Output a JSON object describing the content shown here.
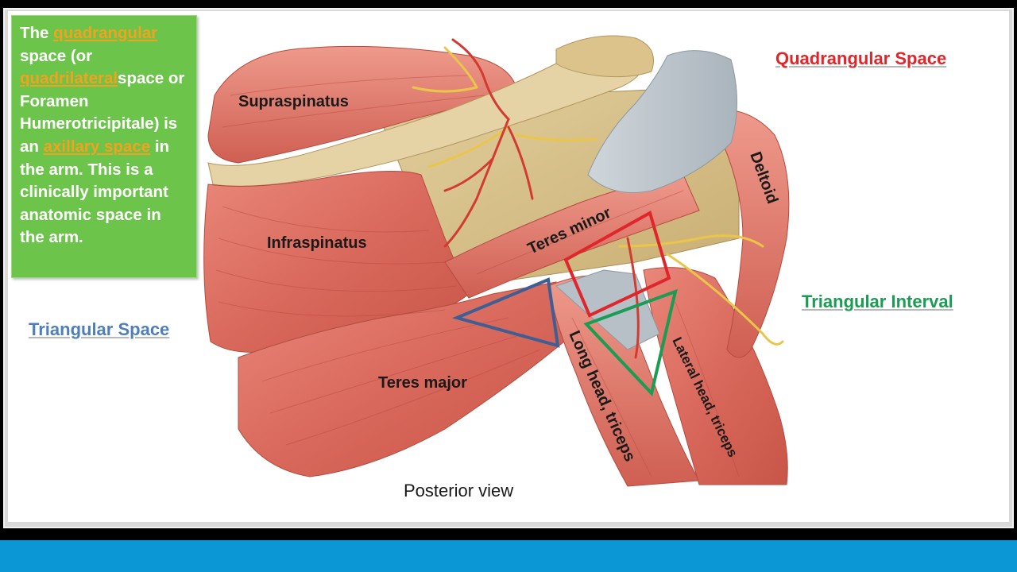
{
  "callout": {
    "t1": "The ",
    "link1": "quadrangular",
    "t2": " space (or ",
    "link2": "quadrilateral",
    "t3": "space or Foramen Humerotricipitale) is an ",
    "link3": "axillary space",
    "t4": " in the arm. This is a clinically important anatomic space in the arm."
  },
  "labels": {
    "quadrangular_space": "Quadrangular Space",
    "triangular_interval": "Triangular Interval",
    "triangular_space": "Triangular Space",
    "posterior_view": "Posterior view"
  },
  "muscles": {
    "supraspinatus": "Supraspinatus",
    "infraspinatus": "Infraspinatus",
    "teres_minor": "Teres minor",
    "teres_major": "Teres major",
    "deltoid": "Deltoid",
    "long_head_triceps": "Long head, triceps",
    "lateral_head_triceps": "Lateral head, triceps"
  },
  "colors": {
    "quadrangular": "#e0262a",
    "triangular_interval": "#1a9c53",
    "triangular_space": "#3e5f94",
    "callout_bg": "#6cc44a",
    "link": "#f4a21e",
    "bottom_bar": "#0b96d6"
  }
}
